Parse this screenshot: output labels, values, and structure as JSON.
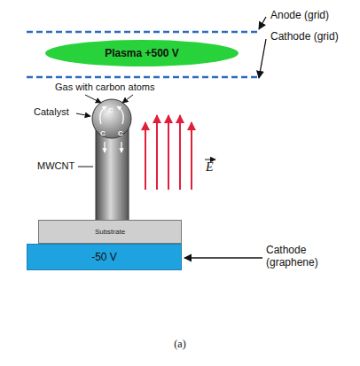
{
  "diagram": {
    "caption": "(a)",
    "nodes": [
      {
        "text": [
          "Plasma +500 V"
        ]
      },
      {
        "text": [
          "Substrate"
        ]
      },
      {
        "text": [
          "-50 V"
        ]
      }
    ],
    "labels": [
      "Anode (grid)",
      "Cathode (grid)",
      "Gas with carbon atoms",
      "Catalyst",
      "C",
      "C",
      "C",
      "MWCNT",
      "E",
      "Cathode (graphene)"
    ]
  }
}
